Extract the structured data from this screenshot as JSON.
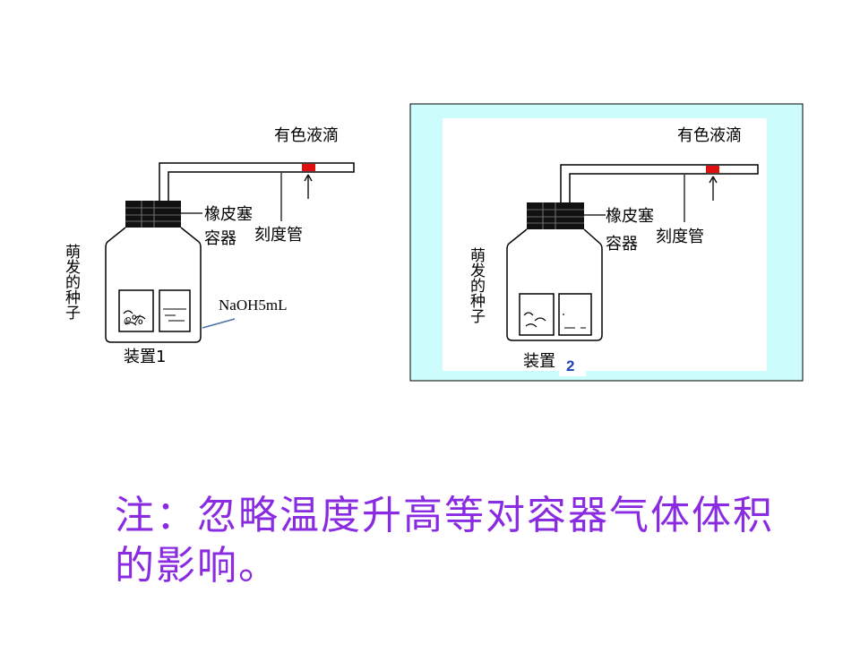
{
  "apparatus1": {
    "droplet_label": "有色液滴",
    "stopper_label": "橡皮塞",
    "container_label": "容器",
    "tube_label": "刻度管",
    "seeds_label": "萌发的种子",
    "solution_label": "NaOH5mL",
    "device_label": "装置1"
  },
  "apparatus2": {
    "droplet_label": "有色液滴",
    "stopper_label": "橡皮塞",
    "container_label": "容器",
    "tube_label": "刻度管",
    "seeds_label": "萌发的种子",
    "device_label": "装置",
    "device_number": "2"
  },
  "note": {
    "text": "注：忽略温度升高等对容器气体体积的影响。"
  },
  "colors": {
    "panel_bg": "#ccfcfc",
    "droplet": "#e01010",
    "note_text": "#8a2be2",
    "device_number": "#1f3fbf"
  }
}
